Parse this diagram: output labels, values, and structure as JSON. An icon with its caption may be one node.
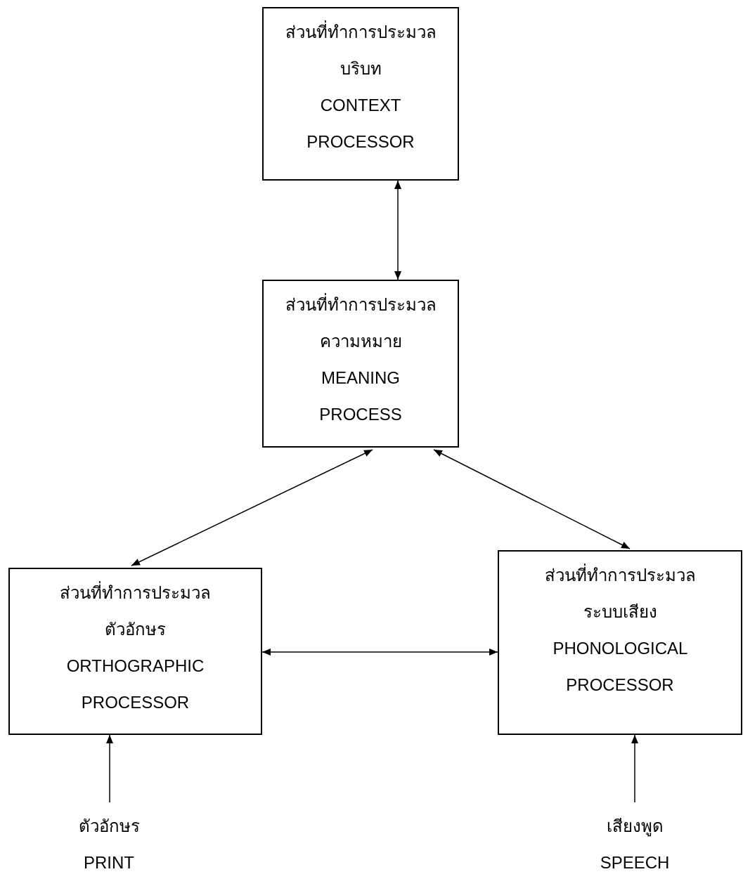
{
  "diagram": {
    "nodes": [
      {
        "text": [
          "ส่วนที่ทำการประมวล",
          "บริบท",
          "CONTEXT PROCESSOR"
        ]
      },
      {
        "text": [
          "ส่วนที่ทำการประมวล",
          "ความหมาย",
          "MEANING PROCESS"
        ]
      },
      {
        "text": [
          "ส่วนที่ทำการประมวล",
          "ตัวอักษร",
          "ORTHOGRAPHIC PROCESSOR"
        ]
      },
      {
        "text": [
          "ส่วนที่ทำการประมวล",
          "ระบบเสียง",
          "PHONOLOGICAL PROCESSOR"
        ]
      },
      {
        "text": [
          "ตัวอักษร",
          "PRINT"
        ]
      },
      {
        "text": [
          "เสียงพูด",
          "SPEECH"
        ]
      }
    ],
    "edges": [
      {
        "from": 0,
        "to": 1,
        "arrow": "both"
      },
      {
        "from": 1,
        "to": 2,
        "arrow": "both"
      },
      {
        "from": 1,
        "to": 3,
        "arrow": "both"
      },
      {
        "from": 2,
        "to": 3,
        "arrow": "both"
      },
      {
        "from": 4,
        "to": 2,
        "arrow": "to"
      },
      {
        "from": 5,
        "to": 3,
        "arrow": "to"
      }
    ]
  }
}
